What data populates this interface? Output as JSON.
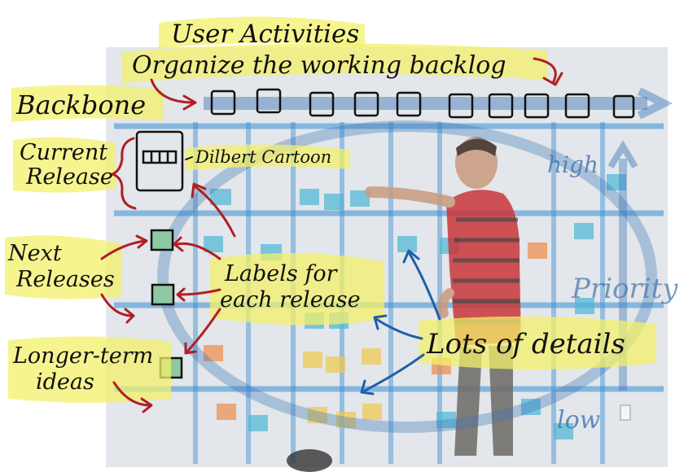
{
  "labels": {
    "user_activities": "User Activities",
    "organize": "Organize the working backlog",
    "backbone": "Backbone",
    "current_release": [
      "Current",
      "Release"
    ],
    "dilbert": "Dilbert Cartoon",
    "next_releases": [
      "Next",
      "Releases"
    ],
    "labels_for_release": [
      "Labels for",
      "each release"
    ],
    "longer_term": [
      "Longer-term",
      "ideas"
    ],
    "lots_of_details": "Lots of details",
    "high": "high",
    "priority": "Priority",
    "low": "low"
  },
  "colors": {
    "highlight": "#f3f06a",
    "red_arrow": "#b01e23",
    "blue_arrow": "#1f5fa8",
    "tape": "#3a8fd4",
    "photo_bg": "#d9dde2"
  },
  "illustration": "photo-of-story-map-wall"
}
